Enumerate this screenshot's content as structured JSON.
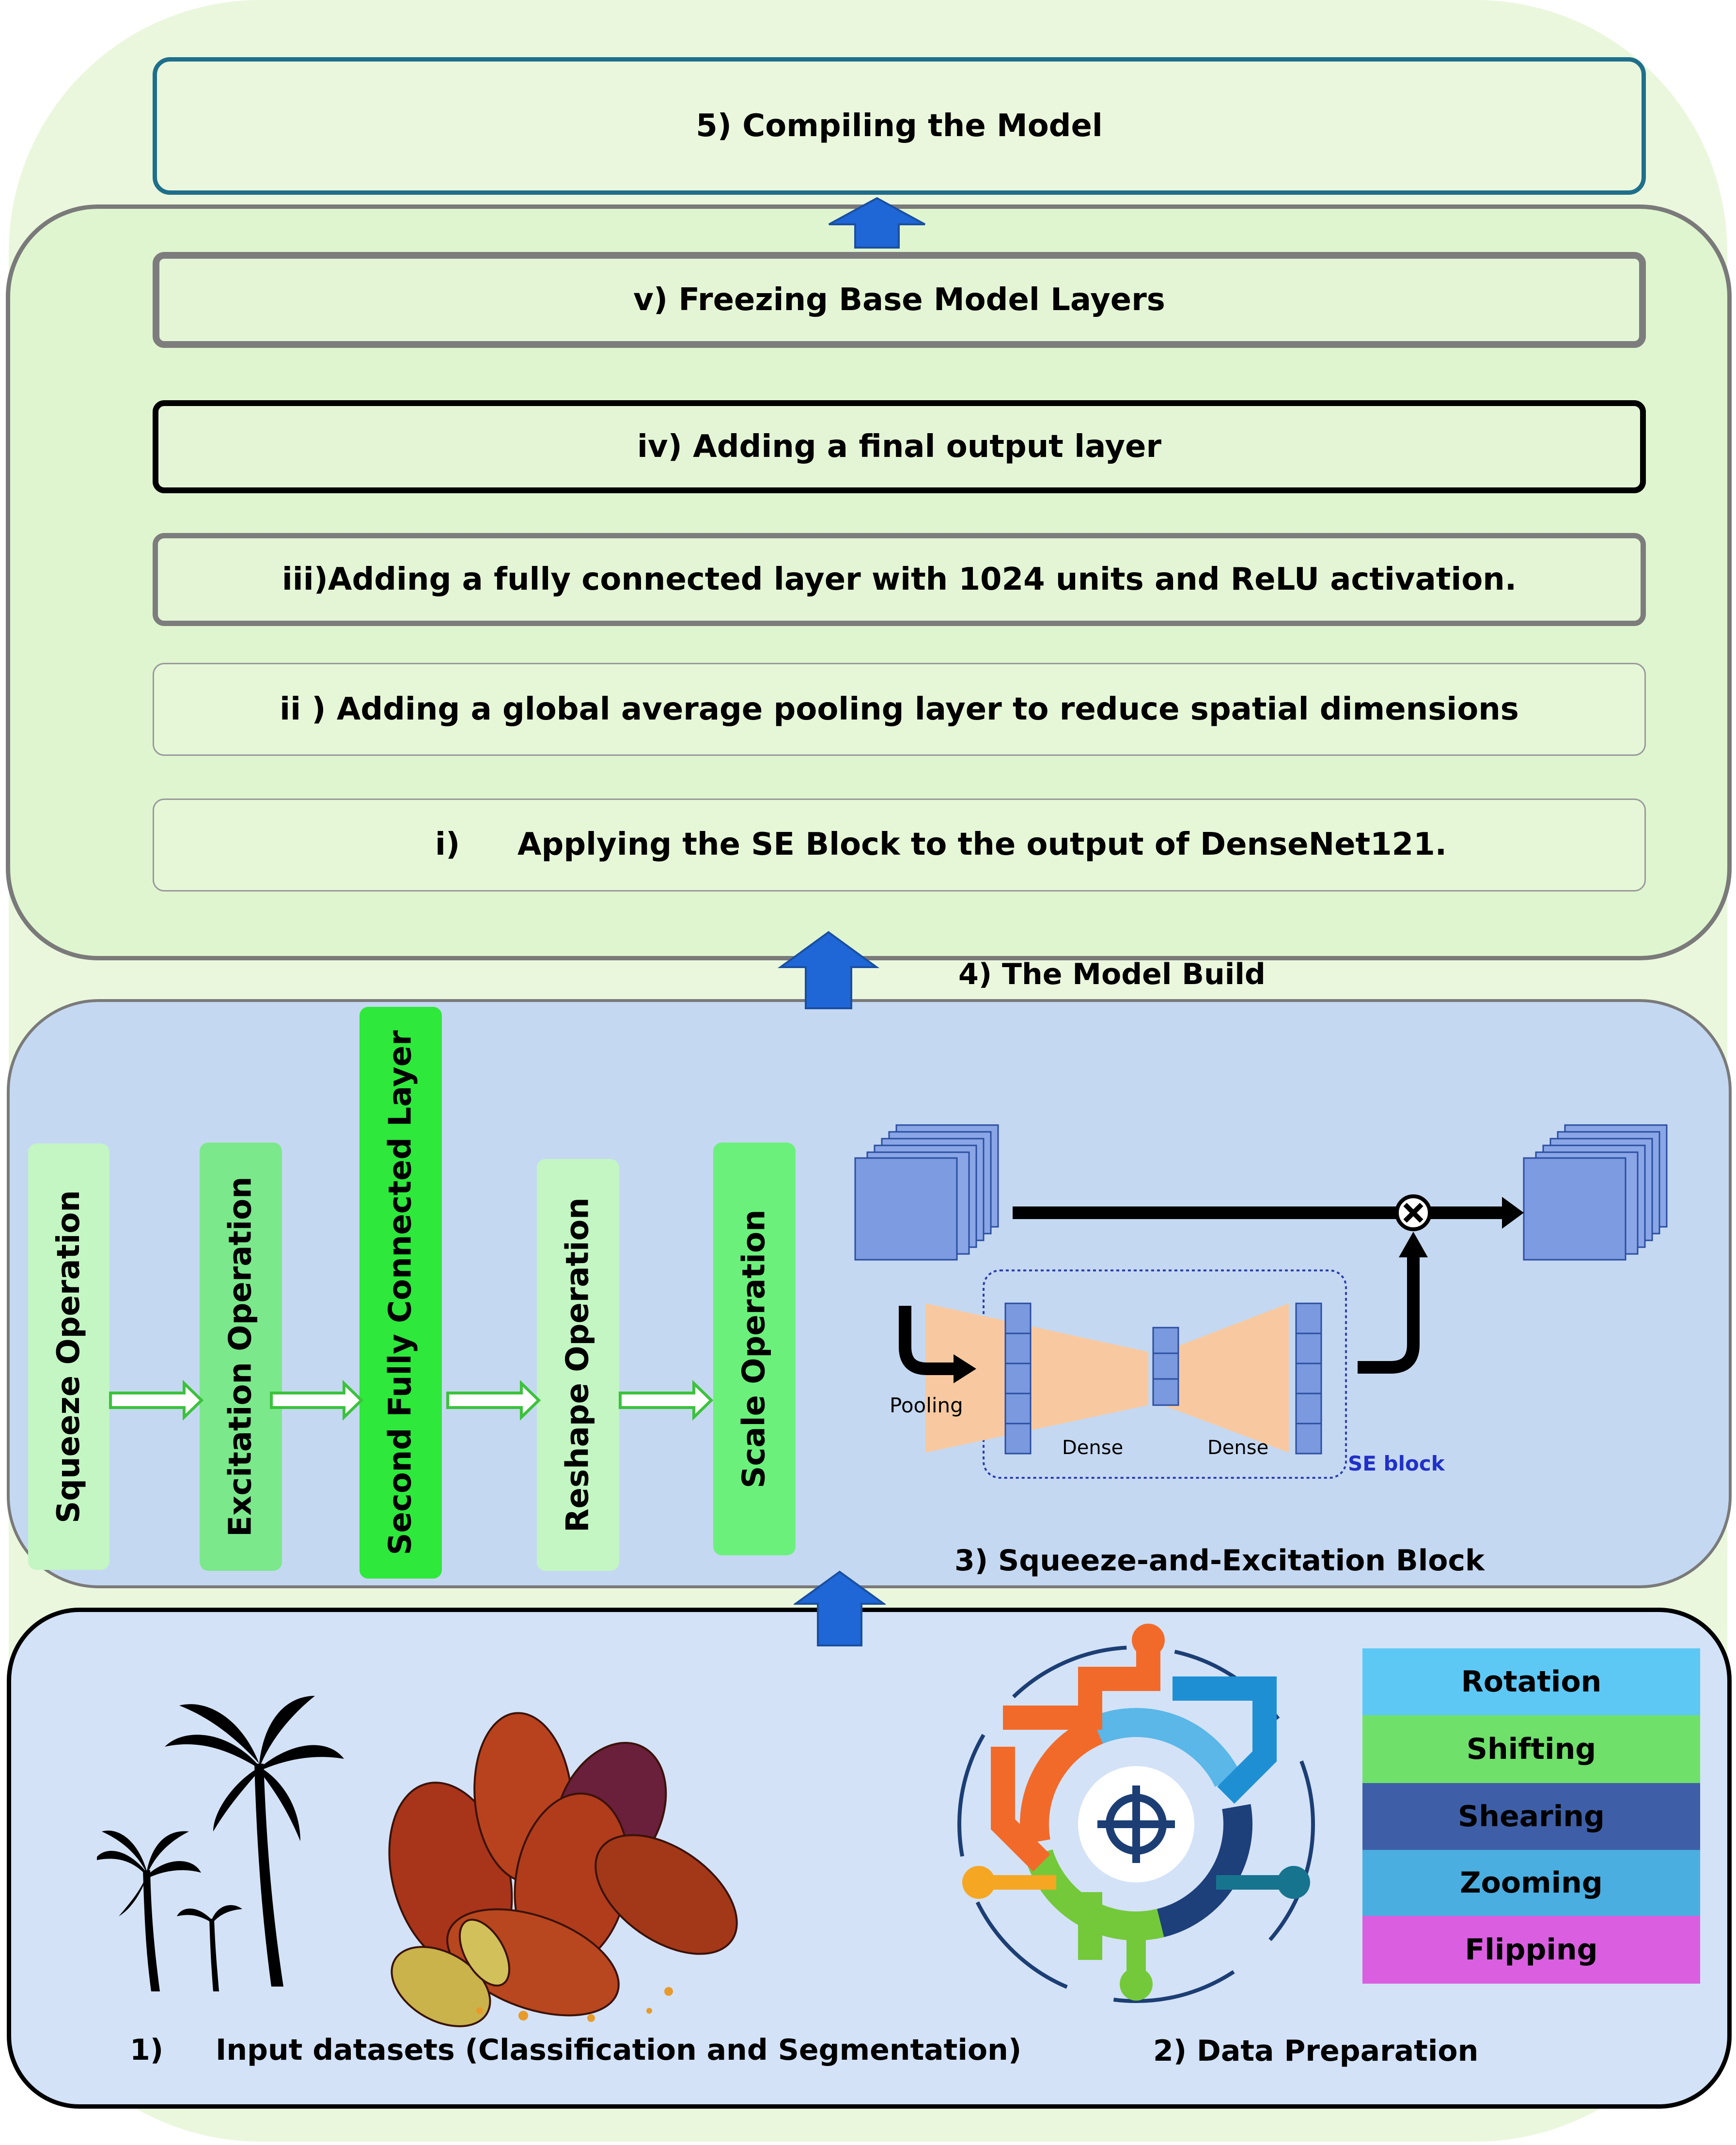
{
  "model": {
    "compile_label": "5) Compiling the Model",
    "build_label": "4) The Model Build",
    "steps": [
      "v) Freezing Base Model Layers",
      "iv) Adding a final output layer",
      "iii)Adding a fully connected layer with 1024 units and ReLU activation.",
      "ii ) Adding a global average pooling layer to reduce spatial dimensions",
      "i)",
      "Applying the SE Block to the output of DenseNet121."
    ]
  },
  "se_block": {
    "title": "3) Squeeze-and-Excitation Block",
    "operations": [
      "Squeeze Operation",
      "Excitation Operation",
      "Second Fully Connected Layer",
      "Reshape Operation",
      "Scale Operation"
    ],
    "diagram_labels": {
      "pooling": "Pooling",
      "dense1": "Dense",
      "dense2": "Dense",
      "se_block": "SE block"
    }
  },
  "data": {
    "input_label_num": "1)",
    "input_label": "Input datasets (Classification and Segmentation)",
    "prep_label": "2) Data Preparation",
    "augmentations": [
      {
        "label": "Rotation",
        "color": "#5ec8f5"
      },
      {
        "label": "Shifting",
        "color": "#6fe06a"
      },
      {
        "label": "Shearing",
        "color": "#3e5fa8"
      },
      {
        "label": "Zooming",
        "color": "#4aaee0"
      },
      {
        "label": "Flipping",
        "color": "#d95fe0"
      }
    ]
  },
  "colors": {
    "arrow_blue": "#1f66d6",
    "compile_border": "#1f6f8b"
  }
}
